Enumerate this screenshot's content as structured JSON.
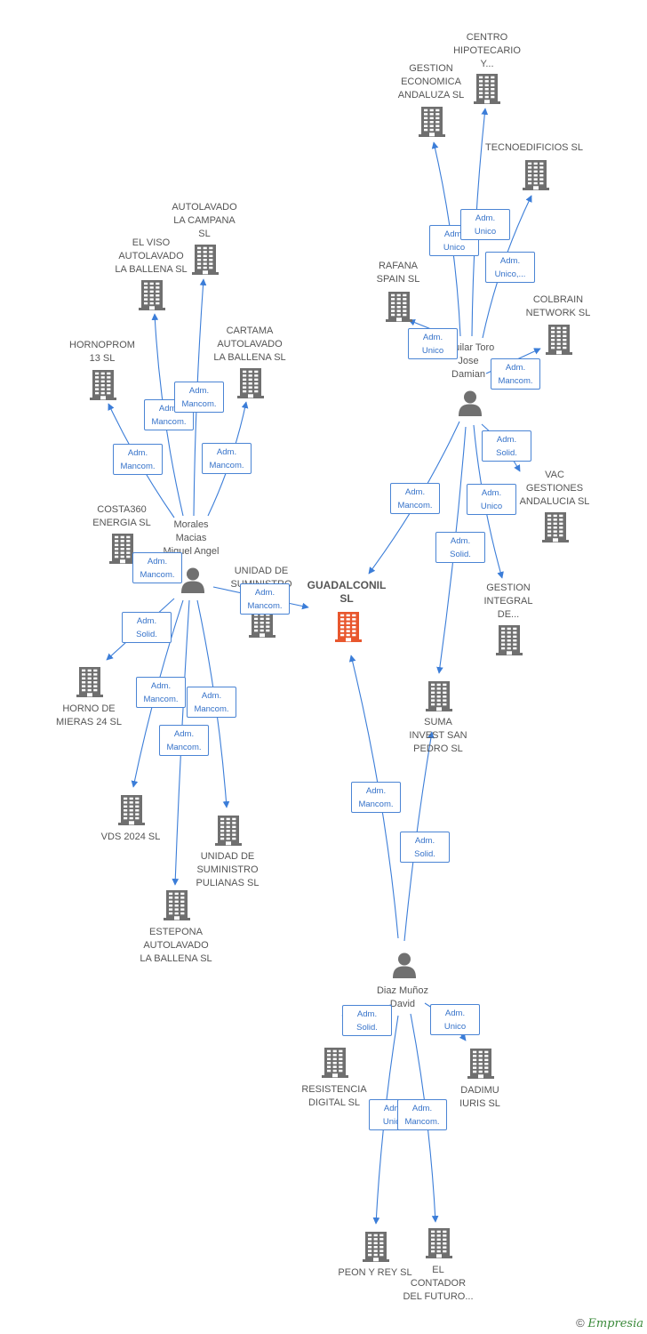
{
  "colors": {
    "accent": "#3b7dd8",
    "node": "#6f6f6f",
    "center": "#e8572e",
    "person": "#707070"
  },
  "center": {
    "label": "GUADALCONIL\nSL"
  },
  "persons": [
    {
      "id": "morales",
      "label": "Morales\nMacias\nMiguel Angel"
    },
    {
      "id": "aguilar",
      "label": "Aguilar Toro\nJose\nDamian"
    },
    {
      "id": "diaz",
      "label": "Diaz Muñoz\nDavid"
    }
  ],
  "companies": [
    {
      "id": "centro",
      "label": "CENTRO\nHIPOTECARIO\nY..."
    },
    {
      "id": "gestion_eco",
      "label": "GESTION\nECONOMICA\nANDALUZA SL"
    },
    {
      "id": "tecnoed",
      "label": "TECNOEDIFICIOS SL"
    },
    {
      "id": "rafana",
      "label": "RAFANA\nSPAIN  SL"
    },
    {
      "id": "colbrain",
      "label": "COLBRAIN\nNETWORK SL"
    },
    {
      "id": "vac",
      "label": "VAC\nGESTIONES\nANDALUCIA  SL"
    },
    {
      "id": "gestion_int",
      "label": "GESTION\nINTEGRAL\nDE..."
    },
    {
      "id": "suma",
      "label": "SUMA\nINVEST SAN\nPEDRO  SL"
    },
    {
      "id": "autolav_campana",
      "label": "AUTOLAVADO\nLA CAMPANA\nSL"
    },
    {
      "id": "elviso",
      "label": "EL VISO\nAUTOLAVADO\nLA BALLENA  SL"
    },
    {
      "id": "hornoprom",
      "label": "HORNOPROM\n13  SL"
    },
    {
      "id": "cartama",
      "label": "CARTAMA\nAUTOLAVADO\nLA BALLENA  SL"
    },
    {
      "id": "costa360",
      "label": "COSTA360\nENERGIA  SL"
    },
    {
      "id": "unidad_ben",
      "label": "UNIDAD DE\nSUMINISTRO\nBEN..."
    },
    {
      "id": "horno_mieras",
      "label": "HORNO DE\nMIERAS 24  SL"
    },
    {
      "id": "vds",
      "label": "VDS 2024  SL"
    },
    {
      "id": "unidad_pul",
      "label": "UNIDAD DE\nSUMINISTRO\nPULIANAS  SL"
    },
    {
      "id": "estepona",
      "label": "ESTEPONA\nAUTOLAVADO\nLA BALLENA SL"
    },
    {
      "id": "resistencia",
      "label": "RESISTENCIA\nDIGITAL  SL"
    },
    {
      "id": "dadimu",
      "label": "DADIMU\nIURIS  SL"
    },
    {
      "id": "peon",
      "label": "PEON Y REY SL"
    },
    {
      "id": "contador",
      "label": "EL\nCONTADOR\nDEL FUTURO..."
    }
  ],
  "edges": [
    {
      "from": "aguilar",
      "to": "gestion_eco",
      "role": "Adm.\nUnico"
    },
    {
      "from": "aguilar",
      "to": "centro",
      "role": "Adm.\nUnico"
    },
    {
      "from": "aguilar",
      "to": "tecnoed",
      "role": "Adm.\nUnico,..."
    },
    {
      "from": "aguilar",
      "to": "rafana",
      "role": "Adm.\nUnico"
    },
    {
      "from": "aguilar",
      "to": "colbrain",
      "role": "Adm.\nMancom."
    },
    {
      "from": "aguilar",
      "to": "vac",
      "role": "Adm.\nSolid."
    },
    {
      "from": "aguilar",
      "to": "gestion_int",
      "role": "Adm.\nUnico"
    },
    {
      "from": "aguilar",
      "to": "suma",
      "role": "Adm.\nSolid."
    },
    {
      "from": "aguilar",
      "to": "center",
      "role": "Adm.\nMancom."
    },
    {
      "from": "morales",
      "to": "elviso",
      "role": "Adm.\nMancom."
    },
    {
      "from": "morales",
      "to": "autolav_campana",
      "role": "Adm.\nMancom."
    },
    {
      "from": "morales",
      "to": "hornoprom",
      "role": "Adm.\nMancom."
    },
    {
      "from": "morales",
      "to": "cartama",
      "role": "Adm.\nMancom."
    },
    {
      "from": "morales",
      "to": "costa360",
      "role": "Adm.\nMancom."
    },
    {
      "from": "morales",
      "to": "center",
      "role": "Adm.\nMancom."
    },
    {
      "from": "morales",
      "to": "horno_mieras",
      "role": "Adm.\nSolid."
    },
    {
      "from": "morales",
      "to": "vds",
      "role": "Adm.\nMancom."
    },
    {
      "from": "morales",
      "to": "unidad_pul",
      "role": "Adm.\nMancom."
    },
    {
      "from": "morales",
      "to": "estepona",
      "role": "Adm.\nMancom."
    },
    {
      "from": "diaz",
      "to": "center",
      "role": "Adm.\nMancom."
    },
    {
      "from": "diaz",
      "to": "suma",
      "role": "Adm.\nSolid."
    },
    {
      "from": "diaz",
      "to": "resistencia",
      "role": "Adm.\nSolid."
    },
    {
      "from": "diaz",
      "to": "dadimu",
      "role": "Adm.\nUnico"
    },
    {
      "from": "diaz",
      "to": "peon",
      "role": "Adm.\nUnico"
    },
    {
      "from": "diaz",
      "to": "contador",
      "role": "Adm.\nMancom."
    }
  ],
  "footer": {
    "copyright": "©",
    "brand": "Empresia"
  }
}
